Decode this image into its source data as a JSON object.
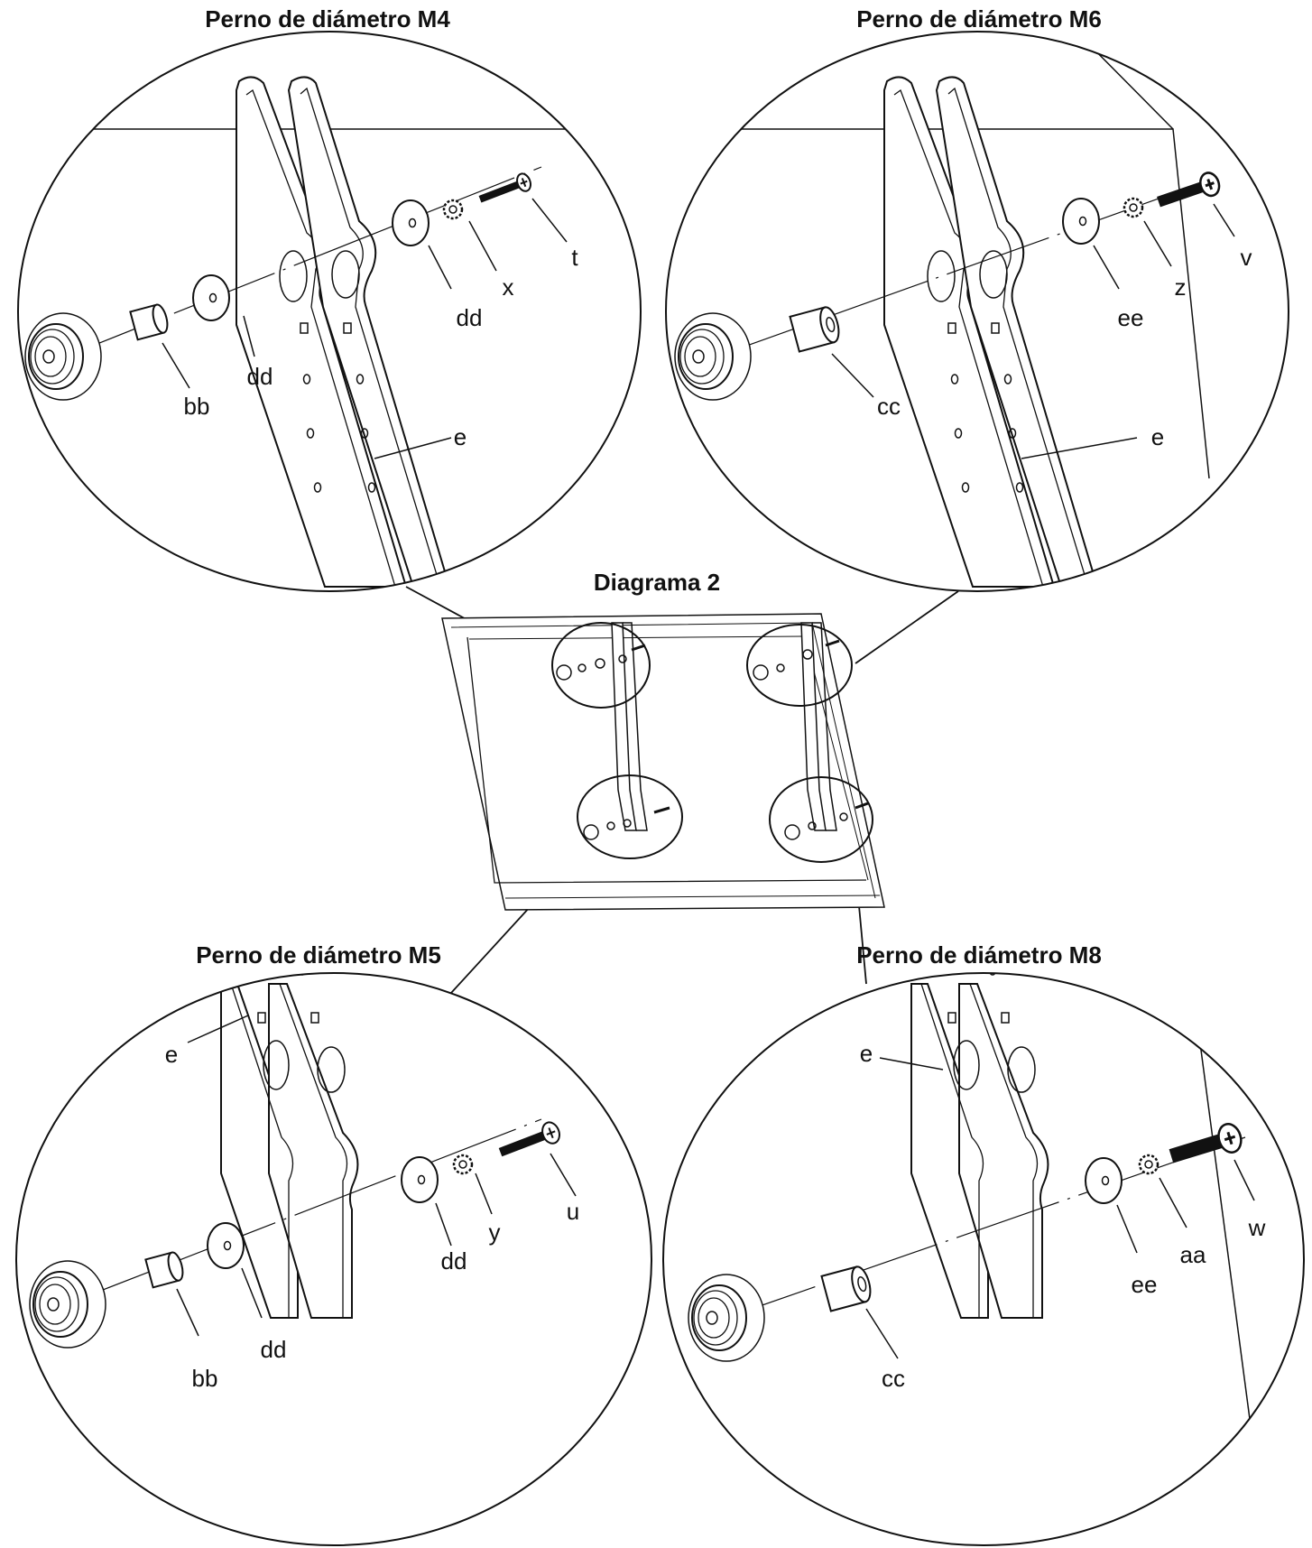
{
  "titles": {
    "m4": "Perno de diámetro M4",
    "m6": "Perno de diámetro M6",
    "diagram": "Diagrama 2",
    "m5": "Perno de diámetro M5",
    "m8": "Perno de diámetro M8"
  },
  "labels": {
    "m4": {
      "t": "t",
      "x": "x",
      "dd1": "dd",
      "dd2": "dd",
      "bb": "bb",
      "e": "e"
    },
    "m6": {
      "v": "v",
      "z": "z",
      "ee": "ee",
      "cc": "cc",
      "e": "e"
    },
    "m5": {
      "e": "e",
      "u": "u",
      "y": "y",
      "dd1": "dd",
      "dd2": "dd",
      "bb": "bb"
    },
    "m8": {
      "e": "e",
      "w": "w",
      "aa": "aa",
      "ee": "ee",
      "cc": "cc"
    }
  }
}
